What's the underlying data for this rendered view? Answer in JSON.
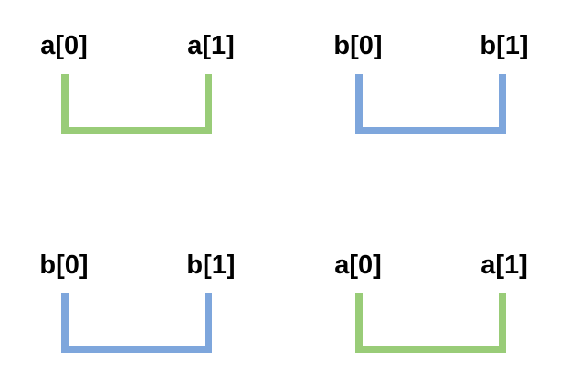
{
  "colors": {
    "green": "#99cc78",
    "blue": "#7ea6dc"
  },
  "pairs": [
    {
      "left_label": "a[0]",
      "right_label": "a[1]",
      "color": "green"
    },
    {
      "left_label": "b[0]",
      "right_label": "b[1]",
      "color": "blue"
    },
    {
      "left_label": "b[0]",
      "right_label": "b[1]",
      "color": "blue"
    },
    {
      "left_label": "a[0]",
      "right_label": "a[1]",
      "color": "green"
    }
  ]
}
